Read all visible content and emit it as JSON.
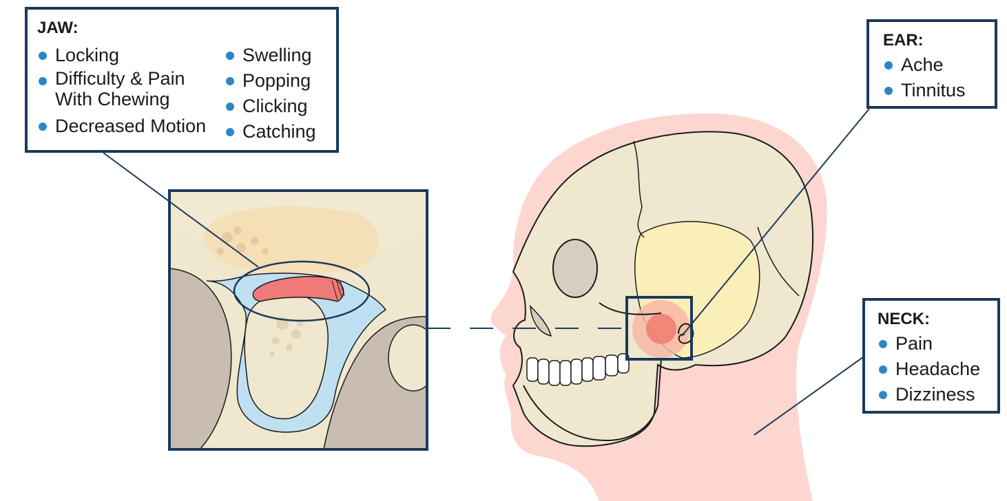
{
  "jaw": {
    "title": "JAW:",
    "col1": [
      "Locking",
      "Difficulty & Pain\nWith Chewing",
      "Decreased Motion"
    ],
    "col2": [
      "Swelling",
      "Popping",
      "Clicking",
      "Catching"
    ]
  },
  "ear": {
    "title": "EAR:",
    "items": [
      "Ache",
      "Tinnitus"
    ]
  },
  "neck": {
    "title": "NECK:",
    "items": [
      "Pain",
      "Headache",
      "Dizziness"
    ]
  },
  "colors": {
    "box_border": "#1a3a5c",
    "bullet": "#2a87c8",
    "skin": "#fcd6cf",
    "bone": "#efe8cf",
    "cartilage": "#bfe0f0",
    "inflamed_disc": "#f07a78",
    "shaded_bone": "#fbefb9"
  }
}
